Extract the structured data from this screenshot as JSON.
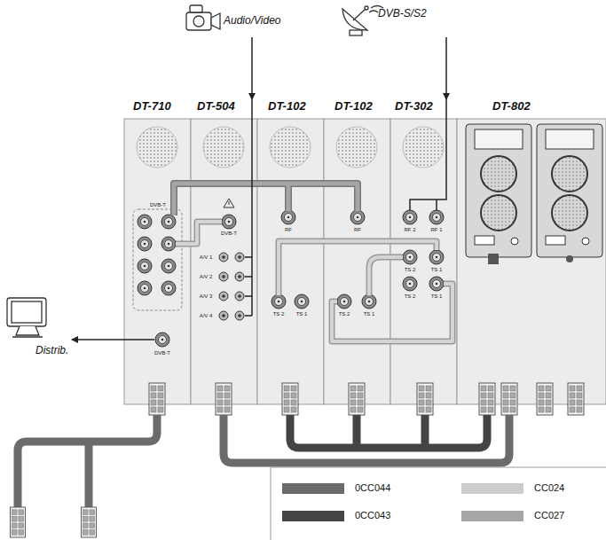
{
  "diagram": {
    "nodes": [
      {
        "text": [
          "Audio/Video"
        ]
      },
      {
        "text": [
          "DVB-S/S2"
        ]
      },
      {
        "text": [
          "DT-710"
        ]
      },
      {
        "text": [
          "DT-504"
        ]
      },
      {
        "text": [
          "DT-102"
        ]
      },
      {
        "text": [
          "DT-102"
        ]
      },
      {
        "text": [
          "DT-302"
        ]
      },
      {
        "text": [
          "DT-802"
        ]
      },
      {
        "text": [
          "Distrib."
        ]
      }
    ],
    "edges": [
      {
        "from": 0,
        "to": 3,
        "arrow": "to"
      },
      {
        "from": 1,
        "to": 6,
        "arrow": "to"
      },
      {
        "from": 2,
        "to": 8,
        "arrow": "to"
      }
    ],
    "labels": [
      "DVB-T",
      "DVB-T",
      "A/V 1",
      "A/V 2",
      "A/V 3",
      "A/V 4",
      "RF",
      "TS 2",
      "TS 1",
      "RF",
      "TS 2",
      "TS 1",
      "RF 2",
      "RF 1",
      "TS 2",
      "TS 1",
      "TS 2",
      "TS 1",
      "DVB-T"
    ],
    "legend": [
      {
        "text": "0CC044",
        "color": "#6b6b6b"
      },
      {
        "text": "CC024",
        "color": "#cccccc"
      },
      {
        "text": "0CC043",
        "color": "#444444"
      },
      {
        "text": "CC027",
        "color": "#a6a6a6"
      }
    ]
  }
}
